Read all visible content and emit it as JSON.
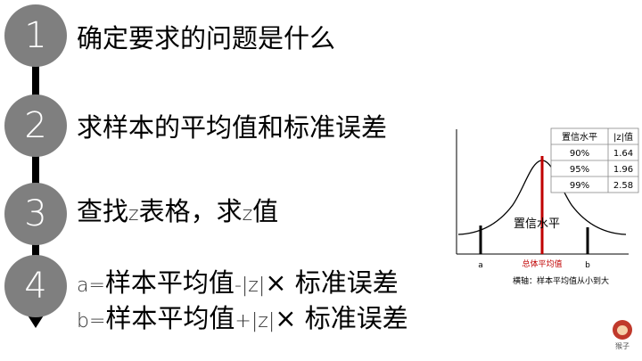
{
  "steps": [
    {
      "num": "1",
      "text": "确定要求的问题是什么"
    },
    {
      "num": "2",
      "text": "求样本的平均值和标准误差"
    },
    {
      "num": "3",
      "text_a": "查找",
      "z1": "z",
      "text_b": "表格，求",
      "z2": "z",
      "text_c": "值"
    },
    {
      "num": "4",
      "line1_a": "a=",
      "line1_b": "样本平均值",
      "line1_c": "-|z|",
      "line1_d": "× 标准误差",
      "line2_a": "b=",
      "line2_b": "样本平均值",
      "line2_c": "+|z|",
      "line2_d": "× 标准误差"
    }
  ],
  "table": {
    "headers": [
      "置信水平",
      "|z|值"
    ],
    "rows": [
      [
        "90%",
        "1.64"
      ],
      [
        "95%",
        "1.96"
      ],
      [
        "99%",
        "2.58"
      ]
    ]
  },
  "curve": {
    "area_label": "置信水平",
    "mean_label": "总体平均值",
    "a_label": "a",
    "b_label": "b",
    "axis_note": "横轴：样本平均值从小到大",
    "mean_color": "#c00000"
  },
  "logo": {
    "text": "猴子"
  }
}
